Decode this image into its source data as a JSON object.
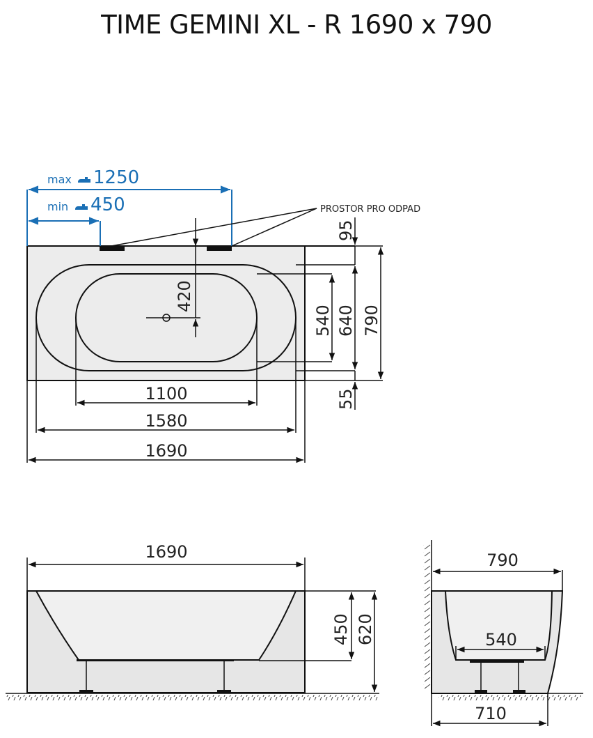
{
  "title": "TIME GEMINI XL - R 1690 x 790",
  "colors": {
    "line": "#111111",
    "fill_body": "#ececec",
    "fill_tub": "#f1f1f1",
    "accent_blue": "#1a6fb5"
  },
  "top_view": {
    "faucet_max": {
      "prefix": "max",
      "icon": "faucet-icon",
      "value": "1250"
    },
    "faucet_min": {
      "prefix": "min",
      "icon": "faucet-icon",
      "value": "450"
    },
    "drain_label": "PROSTOR PRO ODPAD",
    "dims": {
      "drain_offset": "95",
      "drain_center": "420",
      "inner_width": "540",
      "rim_width": "640",
      "total_width": "790",
      "bottom_offset": "55",
      "inner_length": "1100",
      "rim_length": "1580",
      "total_length": "1690"
    }
  },
  "front_view": {
    "dims": {
      "total_length": "1690",
      "depth": "450",
      "height": "620"
    }
  },
  "side_view": {
    "dims": {
      "top_width": "790",
      "bottom_inner": "540",
      "base_width": "710"
    }
  }
}
